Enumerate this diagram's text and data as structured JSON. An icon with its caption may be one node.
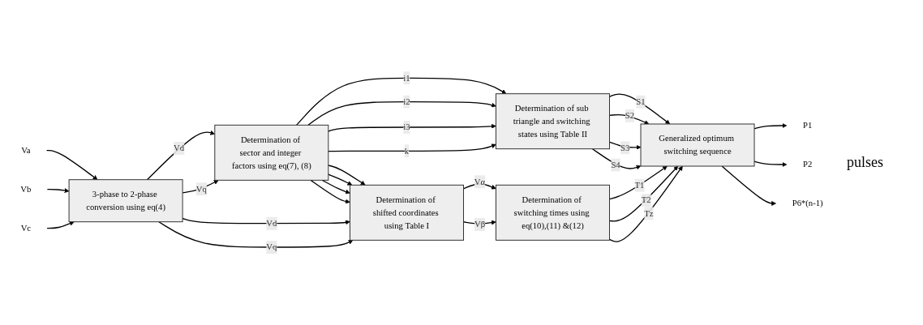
{
  "diagram": {
    "nodes": [
      {
        "text": [
          "Va"
        ]
      },
      {
        "text": [
          "Vb"
        ]
      },
      {
        "text": [
          "Vc"
        ]
      },
      {
        "text": [
          "3-phase to 2-phase conversion using eq(4)"
        ]
      },
      {
        "text": [
          "Determination of sector and integer factors using eq(7), (8)"
        ]
      },
      {
        "text": [
          "Determination of sub triangle and switching states using Table II"
        ]
      },
      {
        "text": [
          "Generalized optimum switching sequence"
        ]
      },
      {
        "text": [
          "P1"
        ]
      },
      {
        "text": [
          "P2"
        ]
      },
      {
        "text": [
          "P6*(n-1)"
        ]
      },
      {
        "text": [
          "Determination of shifted coordinates using Table I"
        ]
      },
      {
        "text": [
          "Determination of switching times using eq(10),(11) &(12)"
        ]
      }
    ],
    "edges": [
      {
        "from": 0,
        "to": 3,
        "arrow": "to"
      },
      {
        "from": 1,
        "to": 3,
        "arrow": "to"
      },
      {
        "from": 2,
        "to": 3,
        "arrow": "to"
      },
      {
        "from": 3,
        "to": 4,
        "arrow": "to",
        "label": "Vd"
      },
      {
        "from": 3,
        "to": 4,
        "arrow": "to",
        "label": "Vq"
      },
      {
        "from": 3,
        "to": 10,
        "arrow": "to",
        "label": "Vd"
      },
      {
        "from": 3,
        "to": 10,
        "arrow": "to",
        "label": "Vq"
      },
      {
        "from": 4,
        "to": 5,
        "arrow": "to",
        "label": "i1"
      },
      {
        "from": 4,
        "to": 5,
        "arrow": "to",
        "label": "i2"
      },
      {
        "from": 4,
        "to": 5,
        "arrow": "to",
        "label": "i3"
      },
      {
        "from": 4,
        "to": 5,
        "arrow": "to",
        "label": "k"
      },
      {
        "from": 4,
        "to": 10,
        "arrow": "to"
      },
      {
        "from": 4,
        "to": 10,
        "arrow": "to"
      },
      {
        "from": 4,
        "to": 10,
        "arrow": "to"
      },
      {
        "from": 4,
        "to": 10,
        "arrow": "to"
      },
      {
        "from": 5,
        "to": 6,
        "arrow": "to",
        "label": "S1"
      },
      {
        "from": 5,
        "to": 6,
        "arrow": "to",
        "label": "S2"
      },
      {
        "from": 5,
        "to": 6,
        "arrow": "to",
        "label": "S3"
      },
      {
        "from": 5,
        "to": 6,
        "arrow": "to",
        "label": "S4"
      },
      {
        "from": 6,
        "to": 7,
        "arrow": "to"
      },
      {
        "from": 6,
        "to": 8,
        "arrow": "to"
      },
      {
        "from": 6,
        "to": 9,
        "arrow": "to"
      },
      {
        "from": 10,
        "to": 11,
        "arrow": "to",
        "label": "Vα"
      },
      {
        "from": 10,
        "to": 11,
        "arrow": "to",
        "label": "Vβ"
      },
      {
        "from": 11,
        "to": 6,
        "arrow": "to",
        "label": "T1"
      },
      {
        "from": 11,
        "to": 6,
        "arrow": "to",
        "label": "T2"
      },
      {
        "from": 11,
        "to": 6,
        "arrow": "to",
        "label": "Tz"
      }
    ],
    "labels": [
      "pulses"
    ]
  }
}
